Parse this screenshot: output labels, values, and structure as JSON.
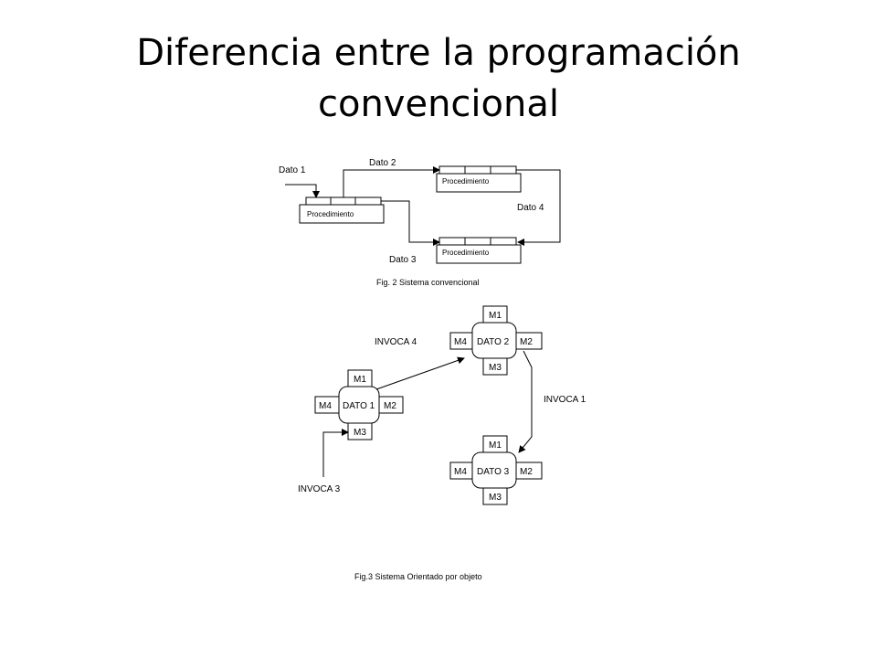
{
  "title": "Diferencia entre la programación convencional",
  "fig2": {
    "caption": "Fig. 2 Sistema convencional",
    "flows": {
      "dato1": "Dato 1",
      "dato2": "Dato 2",
      "dato3": "Dato 3",
      "dato4": "Dato 4"
    },
    "procedure_label": "Procedimiento"
  },
  "fig3": {
    "caption": "Fig.3 Sistema Orientado por objeto",
    "objects": {
      "obj1": {
        "name": "DATO 1",
        "m1": "M1",
        "m2": "M2",
        "m3": "M3",
        "m4": "M4"
      },
      "obj2": {
        "name": "DATO 2",
        "m1": "M1",
        "m2": "M2",
        "m3": "M3",
        "m4": "M4"
      },
      "obj3": {
        "name": "DATO 3",
        "m1": "M1",
        "m2": "M2",
        "m3": "M3",
        "m4": "M4"
      }
    },
    "invocations": {
      "inv1": "INVOCA 1",
      "inv3": "INVOCA 3",
      "inv4": "INVOCA 4"
    }
  }
}
